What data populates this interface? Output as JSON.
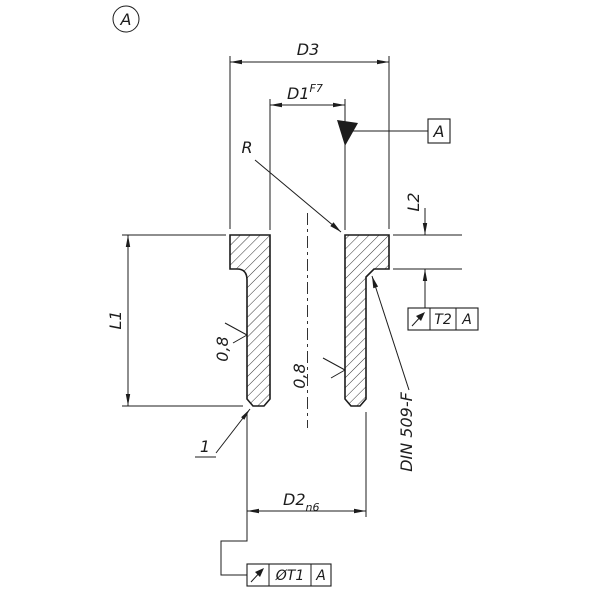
{
  "view": {
    "label": "A"
  },
  "dimensions": {
    "d3": "D3",
    "d1": "D1",
    "d1_fit": "F7",
    "d2": "D2",
    "d2_fit": "n6",
    "l1": "L1",
    "l2": "L2",
    "radius": "R",
    "chamfer": "1"
  },
  "surface": {
    "roughness_outer": "0,8",
    "roughness_bore": "0,8",
    "undercut": "DIN 509-F"
  },
  "datum": {
    "label": "A"
  },
  "fcf_face": {
    "symbol": "circular-runout",
    "tolerance": "T2",
    "datum": "A"
  },
  "fcf_od": {
    "symbol": "circular-runout",
    "tolerance": "ØT1",
    "datum": "A"
  },
  "colors": {
    "line": "#1c1c1c",
    "background": "#ffffff"
  }
}
